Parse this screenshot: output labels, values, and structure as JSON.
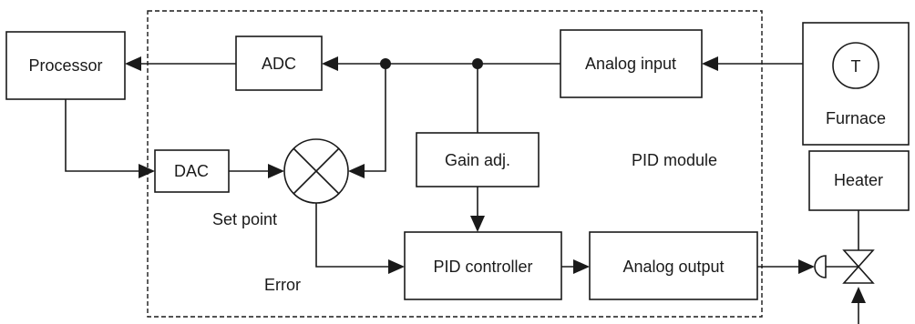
{
  "blocks": {
    "processor": "Processor",
    "adc": "ADC",
    "dac": "DAC",
    "analog_input": "Analog input",
    "gain_adj": "Gain adj.",
    "pid_controller": "PID controller",
    "analog_output": "Analog output",
    "furnace": "Furnace",
    "heater": "Heater",
    "sensor_symbol": "T"
  },
  "labels": {
    "module": "PID module",
    "set_point": "Set point",
    "error": "Error"
  }
}
